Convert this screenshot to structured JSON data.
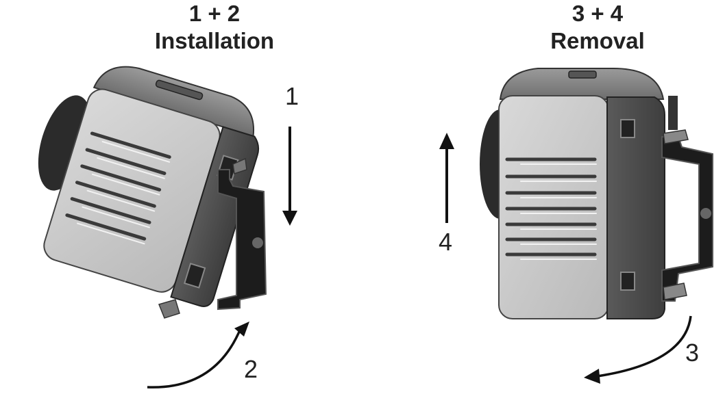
{
  "installation": {
    "steps_heading": "1 + 2",
    "heading": "Installation",
    "step_down": "1",
    "step_rotate": "2"
  },
  "removal": {
    "steps_heading": "3 + 4",
    "heading": "Removal",
    "step_rotate": "3",
    "step_up": "4"
  }
}
